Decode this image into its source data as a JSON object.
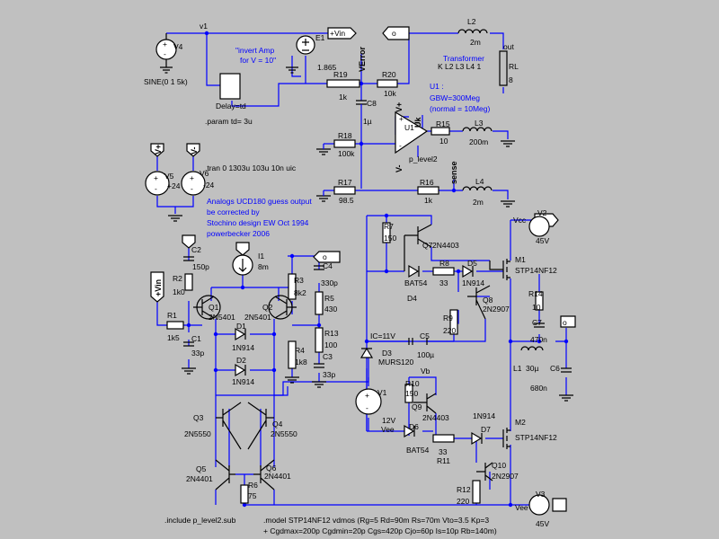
{
  "sources": {
    "v4": {
      "name": "V4",
      "value": "SINE(0 1 5k)"
    },
    "v5": {
      "name": "V5",
      "value": "+24"
    },
    "v6": {
      "name": "V6",
      "value": "-24"
    },
    "v1": {
      "name": "V1",
      "value": "12V",
      "neg": "Vee"
    },
    "v2": {
      "name": "V2",
      "value": "45V"
    },
    "v3": {
      "name": "V3",
      "value": "45V"
    },
    "i1": {
      "name": "I1",
      "value": "8m"
    },
    "e1": {
      "name": "E1",
      "value": "1.865"
    }
  },
  "nets": {
    "v1": "v1",
    "vin": "+Vin",
    "verror": "VError",
    "uk": "Uk",
    "vplus": "V+",
    "vminus": "V-",
    "sense": "sense",
    "out": "out",
    "vcc": "Vcc",
    "vee": "Vee",
    "vb": "Vb",
    "o": "o"
  },
  "delay": {
    "label": "Delay=td"
  },
  "comments": {
    "invert": [
      "\"invert Amp",
      "for V = 10\""
    ],
    "u1": [
      "U1 :",
      "GBW=300Meg",
      "(normal = 10Meg)"
    ],
    "guess": [
      "Analogs UCD180 guess output",
      "be corrected by",
      "Stochino design EW Oct 1994",
      "powerbecker 2006"
    ]
  },
  "directives": {
    "param": ".param  td= 3u",
    "tran": ".tran 0 1303u 103u 10n uic",
    "include": ".include p_level2.sub",
    "model1": ".model STP14NF12 vdmos (Rg=5 Rd=90m Rs=70m Vto=3.5 Kp=3",
    "model2": "+ Cgdmax=200p Cgdmin=20p Cgs=420p Cjo=60p Is=10p Rb=140m)"
  },
  "transformer": {
    "title": "Transformer",
    "k": "K L2  L3 L4  1"
  },
  "opamp": {
    "name": "U1",
    "model": "p_level2"
  },
  "ic": "IC=11V",
  "parts": {
    "r19": {
      "n": "R19",
      "v": "1k"
    },
    "r20": {
      "n": "R20",
      "v": "10k"
    },
    "r18": {
      "n": "R18",
      "v": "100k"
    },
    "r17": {
      "n": "R17",
      "v": "98.5"
    },
    "r15": {
      "n": "R15",
      "v": "10"
    },
    "r16": {
      "n": "R16",
      "v": "1k"
    },
    "rl": {
      "n": "RL",
      "v": "8"
    },
    "c8": {
      "n": "C8",
      "v": "1µ"
    },
    "l2": {
      "n": "L2",
      "v": "2m"
    },
    "l3": {
      "n": "L3",
      "v": "200m"
    },
    "l4": {
      "n": "L4",
      "v": "2m"
    },
    "c2": {
      "n": "C2",
      "v": "150p"
    },
    "r2": {
      "n": "R2",
      "v": "1k0"
    },
    "r1": {
      "n": "R1",
      "v": "1k5"
    },
    "c1": {
      "n": "C1",
      "v": "33p"
    },
    "q1": {
      "n": "Q1",
      "v": "2N5401"
    },
    "q2": {
      "n": "Q2",
      "v": "2N5401"
    },
    "d1": {
      "n": "D1",
      "v": "1N914"
    },
    "d2": {
      "n": "D2",
      "v": "1N914"
    },
    "q3": {
      "n": "Q3",
      "v": "2N5550"
    },
    "q4": {
      "n": "Q4",
      "v": "2N5550"
    },
    "q5": {
      "n": "Q5",
      "v": "2N4401"
    },
    "q6": {
      "n": "Q6",
      "v": "2N4401"
    },
    "r6": {
      "n": "R6",
      "v": "75"
    },
    "r3": {
      "n": "R3",
      "v": "8k2"
    },
    "c4": {
      "n": "C4",
      "v": "330p"
    },
    "r5": {
      "n": "R5",
      "v": "430"
    },
    "r4": {
      "n": "R4",
      "v": "1k8"
    },
    "r13": {
      "n": "R13",
      "v": "100"
    },
    "c3": {
      "n": "C3",
      "v": "33p"
    },
    "r7": {
      "n": "R7",
      "v": "150"
    },
    "q7": {
      "n": "Q7",
      "v": "2N4403"
    },
    "d4": {
      "n": "D4",
      "v": "BAT54"
    },
    "r8": {
      "n": "R8",
      "v": "33"
    },
    "d5": {
      "n": "D5",
      "v": "1N914"
    },
    "q8": {
      "n": "Q8",
      "v": "2N2907"
    },
    "r9": {
      "n": "R9",
      "v": "220"
    },
    "m1": {
      "n": "M1",
      "v": "STP14NF12"
    },
    "r14": {
      "n": "R14",
      "v": "10"
    },
    "c7": {
      "n": "C7",
      "v": "470n"
    },
    "c5": {
      "n": "C5",
      "v": "100µ"
    },
    "d3": {
      "n": "D3",
      "v": "MURS120"
    },
    "l1": {
      "n": "L1",
      "v": "30µ"
    },
    "c6": {
      "n": "C6",
      "v": "680n"
    },
    "r10": {
      "n": "R10",
      "v": "150"
    },
    "q9": {
      "n": "Q9",
      "v": "2N4403"
    },
    "d6": {
      "n": "D6",
      "v": "BAT54"
    },
    "r11": {
      "n": "R11",
      "v": "33"
    },
    "d7": {
      "n": "D7",
      "v": "1N914"
    },
    "m2": {
      "n": "M2",
      "v": "STP14NF12"
    },
    "q10": {
      "n": "Q10",
      "v": "2N2907"
    },
    "r12": {
      "n": "R12",
      "v": "220"
    }
  }
}
